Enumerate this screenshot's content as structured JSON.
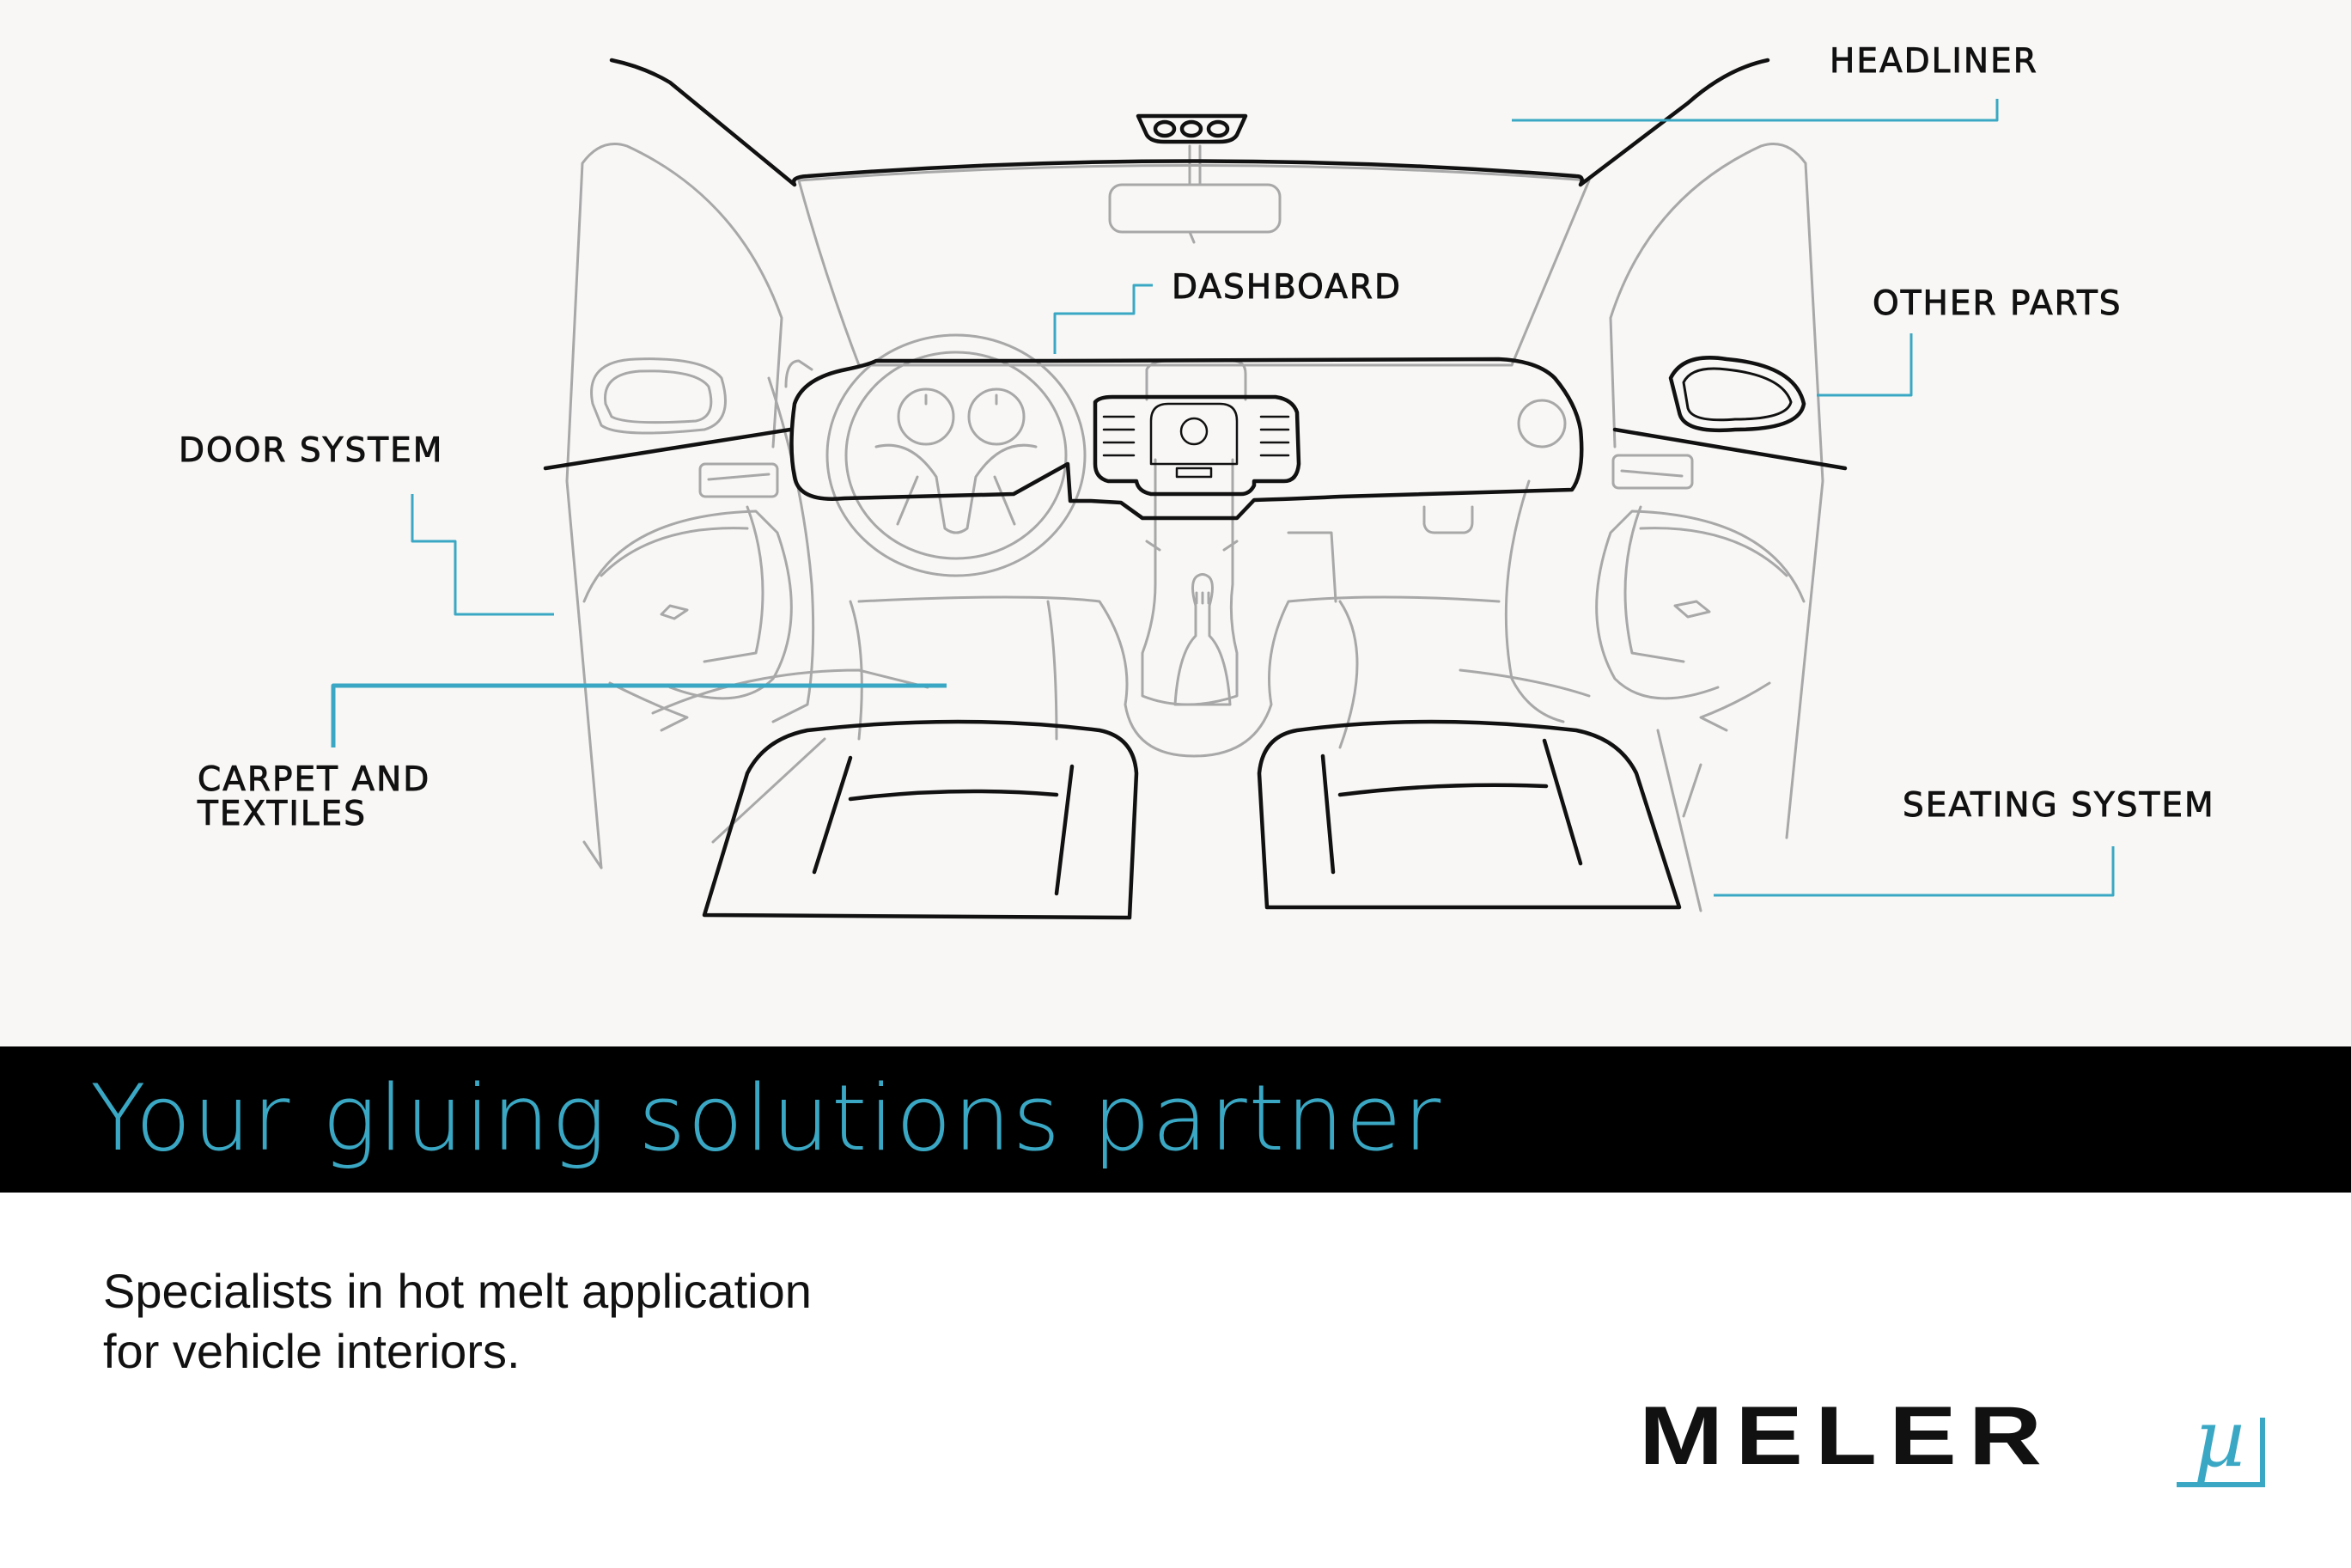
{
  "labels": {
    "headliner": "HEADLINER",
    "dashboard": "DASHBOARD",
    "other_parts": "OTHER PARTS",
    "door_system": "DOOR SYSTEM",
    "carpet_line1": "CARPET AND",
    "carpet_line2": "TEXTILES",
    "seating_system": "SEATING SYSTEM"
  },
  "banner": {
    "tagline": "Your gluing solutions partner"
  },
  "description": {
    "line1": "Specialists in hot melt application",
    "line2": "for vehicle interiors."
  },
  "logo": {
    "wordmark": "MELER",
    "symbol": "µ"
  },
  "colors": {
    "accent": "#3aa8c4",
    "diagram_background": "#f8f7f5",
    "banner_background": "#000000",
    "outline_dark": "#111111",
    "outline_light": "#a8a8a8"
  }
}
